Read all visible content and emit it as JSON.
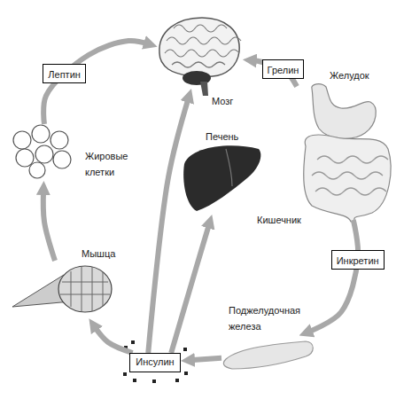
{
  "diagram": {
    "nodes": [
      {
        "text": [
          "Мозг"
        ]
      },
      {
        "text": [
          "Желудок",
          "Кишечник"
        ]
      },
      {
        "text": [
          "Жировые клетки"
        ]
      },
      {
        "text": [
          "Печень"
        ]
      },
      {
        "text": [
          "Мышца"
        ]
      },
      {
        "text": [
          "Поджелудочная железа"
        ]
      },
      {
        "text": [
          "Инсулин"
        ]
      }
    ],
    "edges": [
      {
        "from": 2,
        "to": 0,
        "arrow": "to",
        "label": "Лептин"
      },
      {
        "from": 1,
        "to": 0,
        "arrow": "to",
        "label": "Грелин"
      },
      {
        "from": 1,
        "to": 5,
        "arrow": "to",
        "label": "Инкретин"
      },
      {
        "from": 5,
        "to": 6,
        "arrow": "to"
      },
      {
        "from": 6,
        "to": 4,
        "arrow": "to"
      },
      {
        "from": 4,
        "to": 2,
        "arrow": "to"
      },
      {
        "from": 6,
        "to": 0,
        "arrow": "to"
      },
      {
        "from": 6,
        "to": 3,
        "arrow": "to"
      }
    ]
  }
}
